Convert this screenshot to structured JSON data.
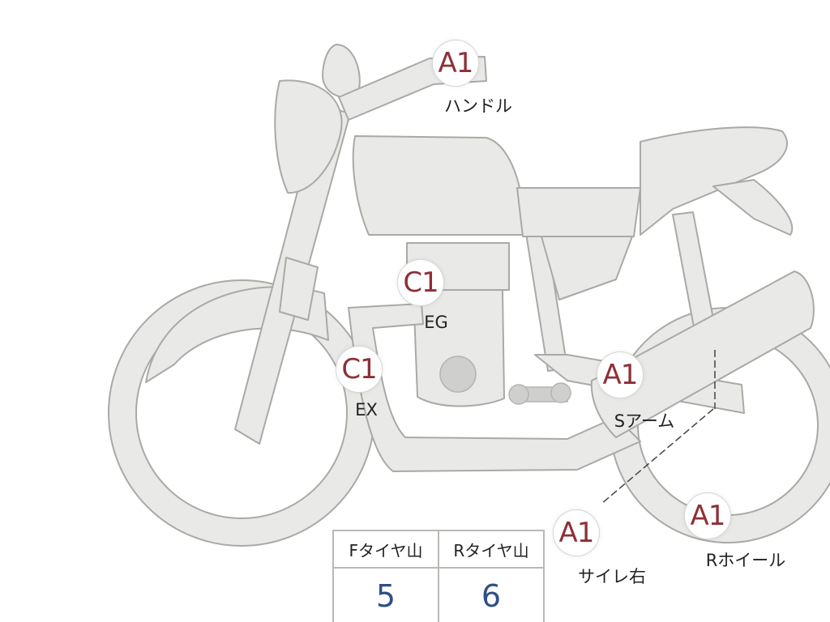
{
  "markers": [
    {
      "code": "A1",
      "label": "ハンドル"
    },
    {
      "code": "C1",
      "label": "EG"
    },
    {
      "code": "C1",
      "label": "EX"
    },
    {
      "code": "A1",
      "label": "Sアーム"
    },
    {
      "code": "A1",
      "label": "サイレ右"
    },
    {
      "code": "A1",
      "label": "Rホイール"
    }
  ],
  "tread_table": {
    "headers": [
      "Fタイヤ山",
      "Rタイヤ山"
    ],
    "values": [
      "5",
      "6"
    ]
  },
  "colors": {
    "marker_text": "#8e3036",
    "value_text": "#2f4f86",
    "bike_fill": "#e9e9e7"
  }
}
